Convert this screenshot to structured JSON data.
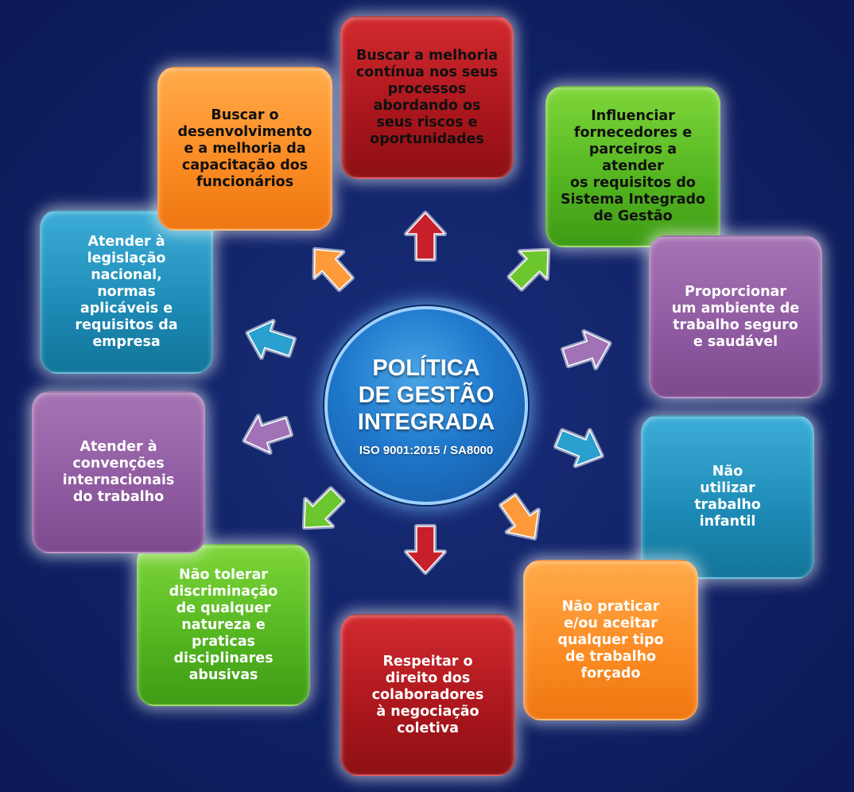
{
  "center": {
    "title": "POLÍTICA\nDE GESTÃO\nINTEGRADA",
    "subtitle": "ISO 9001:2015 / SA8000"
  },
  "items": [
    {
      "text": "Buscar a melhoria\ncontínua nos seus\nprocessos\nabordando os\nseus riscos e\noportunidades",
      "color": "#b51b20"
    },
    {
      "text": "Influenciar\nfornecedores e\nparceiros a atender\nos requisitos do\nSistema Integrado\nde Gestão",
      "color": "#5cbf25"
    },
    {
      "text": "Proporcionar\num ambiente de\ntrabalho seguro\ne saudável",
      "color": "#9563a6"
    },
    {
      "text": "Não\nutilizar\ntrabalho\ninfantil",
      "color": "#2294c0"
    },
    {
      "text": "Não praticar\ne/ou aceitar\nqualquer tipo\nde trabalho\nforçado",
      "color": "#fb8c26"
    },
    {
      "text": "Respeitar o\ndireito dos\ncolaboradores\nà negociação\ncoletiva",
      "color": "#b51b20"
    },
    {
      "text": "Não tolerar\ndiscriminação\nde qualquer\nnatureza e\npraticas\ndisciplinares\nabusivas",
      "color": "#5cbf25"
    },
    {
      "text": "Atender à\nconvenções\ninternacionais\ndo trabalho",
      "color": "#9563a6"
    },
    {
      "text": "Atender à\nlegislação\nnacional,\nnormas\naplicáveis e\nrequisitos da\nempresa",
      "color": "#2294c0"
    },
    {
      "text": "Buscar o\ndesenvolvimento\ne a melhoria da\ncapacitação dos\nfuncionários",
      "color": "#fb8c26"
    }
  ],
  "arrow_colors": {
    "red": "#c8202a",
    "green": "#6cc62e",
    "purple": "#a173b6",
    "teal": "#2aa0cf",
    "orange": "#ff9a3a"
  }
}
